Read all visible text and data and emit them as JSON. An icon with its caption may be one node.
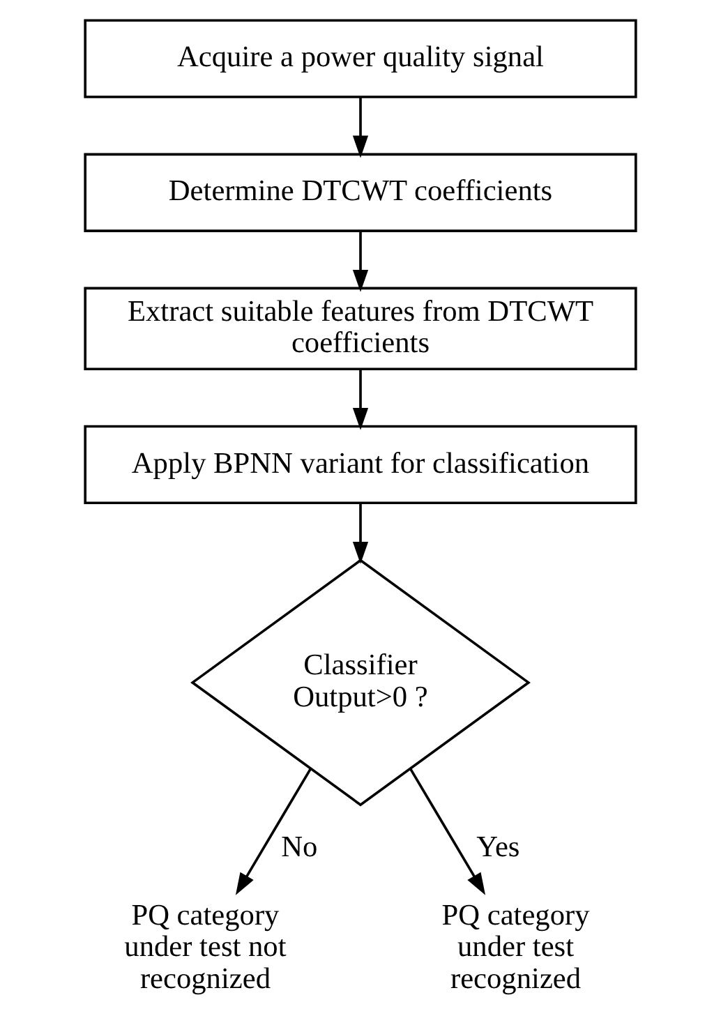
{
  "diagram": {
    "nodes": [
      {
        "text": [
          "Acquire a power quality signal"
        ]
      },
      {
        "text": [
          "Determine DTCWT coefficients"
        ]
      },
      {
        "text": [
          "Extract suitable features from DTCWT coefficients"
        ]
      },
      {
        "text": [
          "Apply BPNN variant for classification"
        ]
      },
      {
        "text": [
          "Classifier Output>0 ?"
        ]
      },
      {
        "text": [
          "PQ category under test recognized"
        ]
      },
      {
        "text": [
          "PQ category under test not recognized"
        ]
      }
    ],
    "edges": [
      {
        "from": 0,
        "to": 1,
        "arrow": "to"
      },
      {
        "from": 1,
        "to": 2,
        "arrow": "to"
      },
      {
        "from": 2,
        "to": 3,
        "arrow": "to"
      },
      {
        "from": 3,
        "to": 4,
        "arrow": "to"
      },
      {
        "from": 4,
        "to": 5,
        "arrow": "to",
        "label": "Yes"
      },
      {
        "from": 4,
        "to": 6,
        "arrow": "to",
        "label": "No"
      }
    ]
  }
}
